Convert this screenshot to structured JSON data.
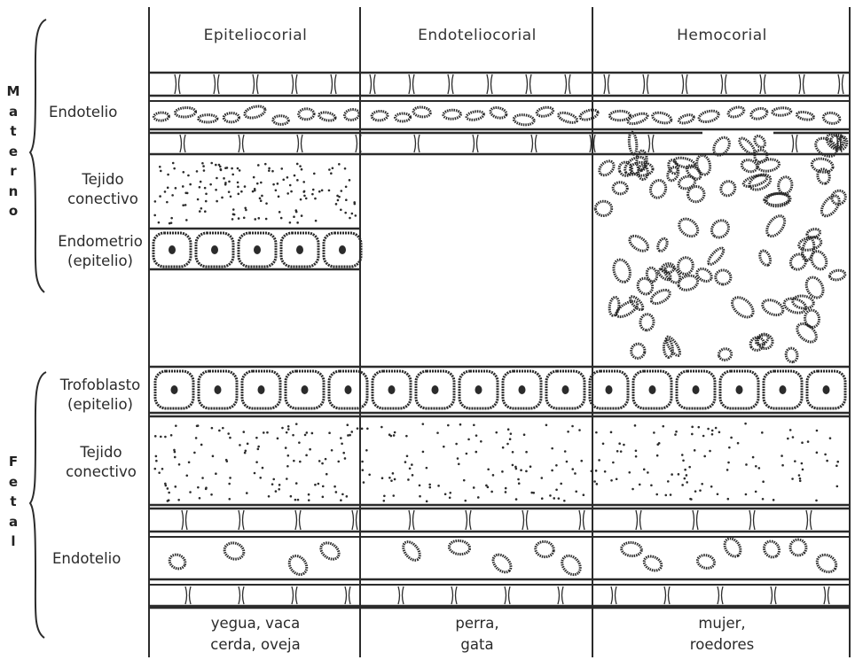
{
  "columns": [
    {
      "title": "Epiteliocorial",
      "species_line1": "yegua, vaca",
      "species_line2": "cerda, oveja"
    },
    {
      "title": "Endoteliocorial",
      "species_line1": "perra,",
      "species_line2": "gata"
    },
    {
      "title": "Hemocorial",
      "species_line1": "mujer,",
      "species_line2": "roedores"
    }
  ],
  "groups": {
    "maternal": "Materno",
    "fetal": "Fetal"
  },
  "layers": {
    "maternal_endothelium": "Endotelio",
    "maternal_connective_1": "Tejido",
    "maternal_connective_2": "conectivo",
    "endometrium_1": "Endometrio",
    "endometrium_2": "(epitelio)",
    "trophoblast_1": "Trofoblasto",
    "trophoblast_2": "(epitelio)",
    "fetal_connective_1": "Tejido",
    "fetal_connective_2": "conectivo",
    "fetal_endothelium": "Endotelio"
  },
  "colors": {
    "ink": "#2b2b2b",
    "background": "#ffffff"
  }
}
